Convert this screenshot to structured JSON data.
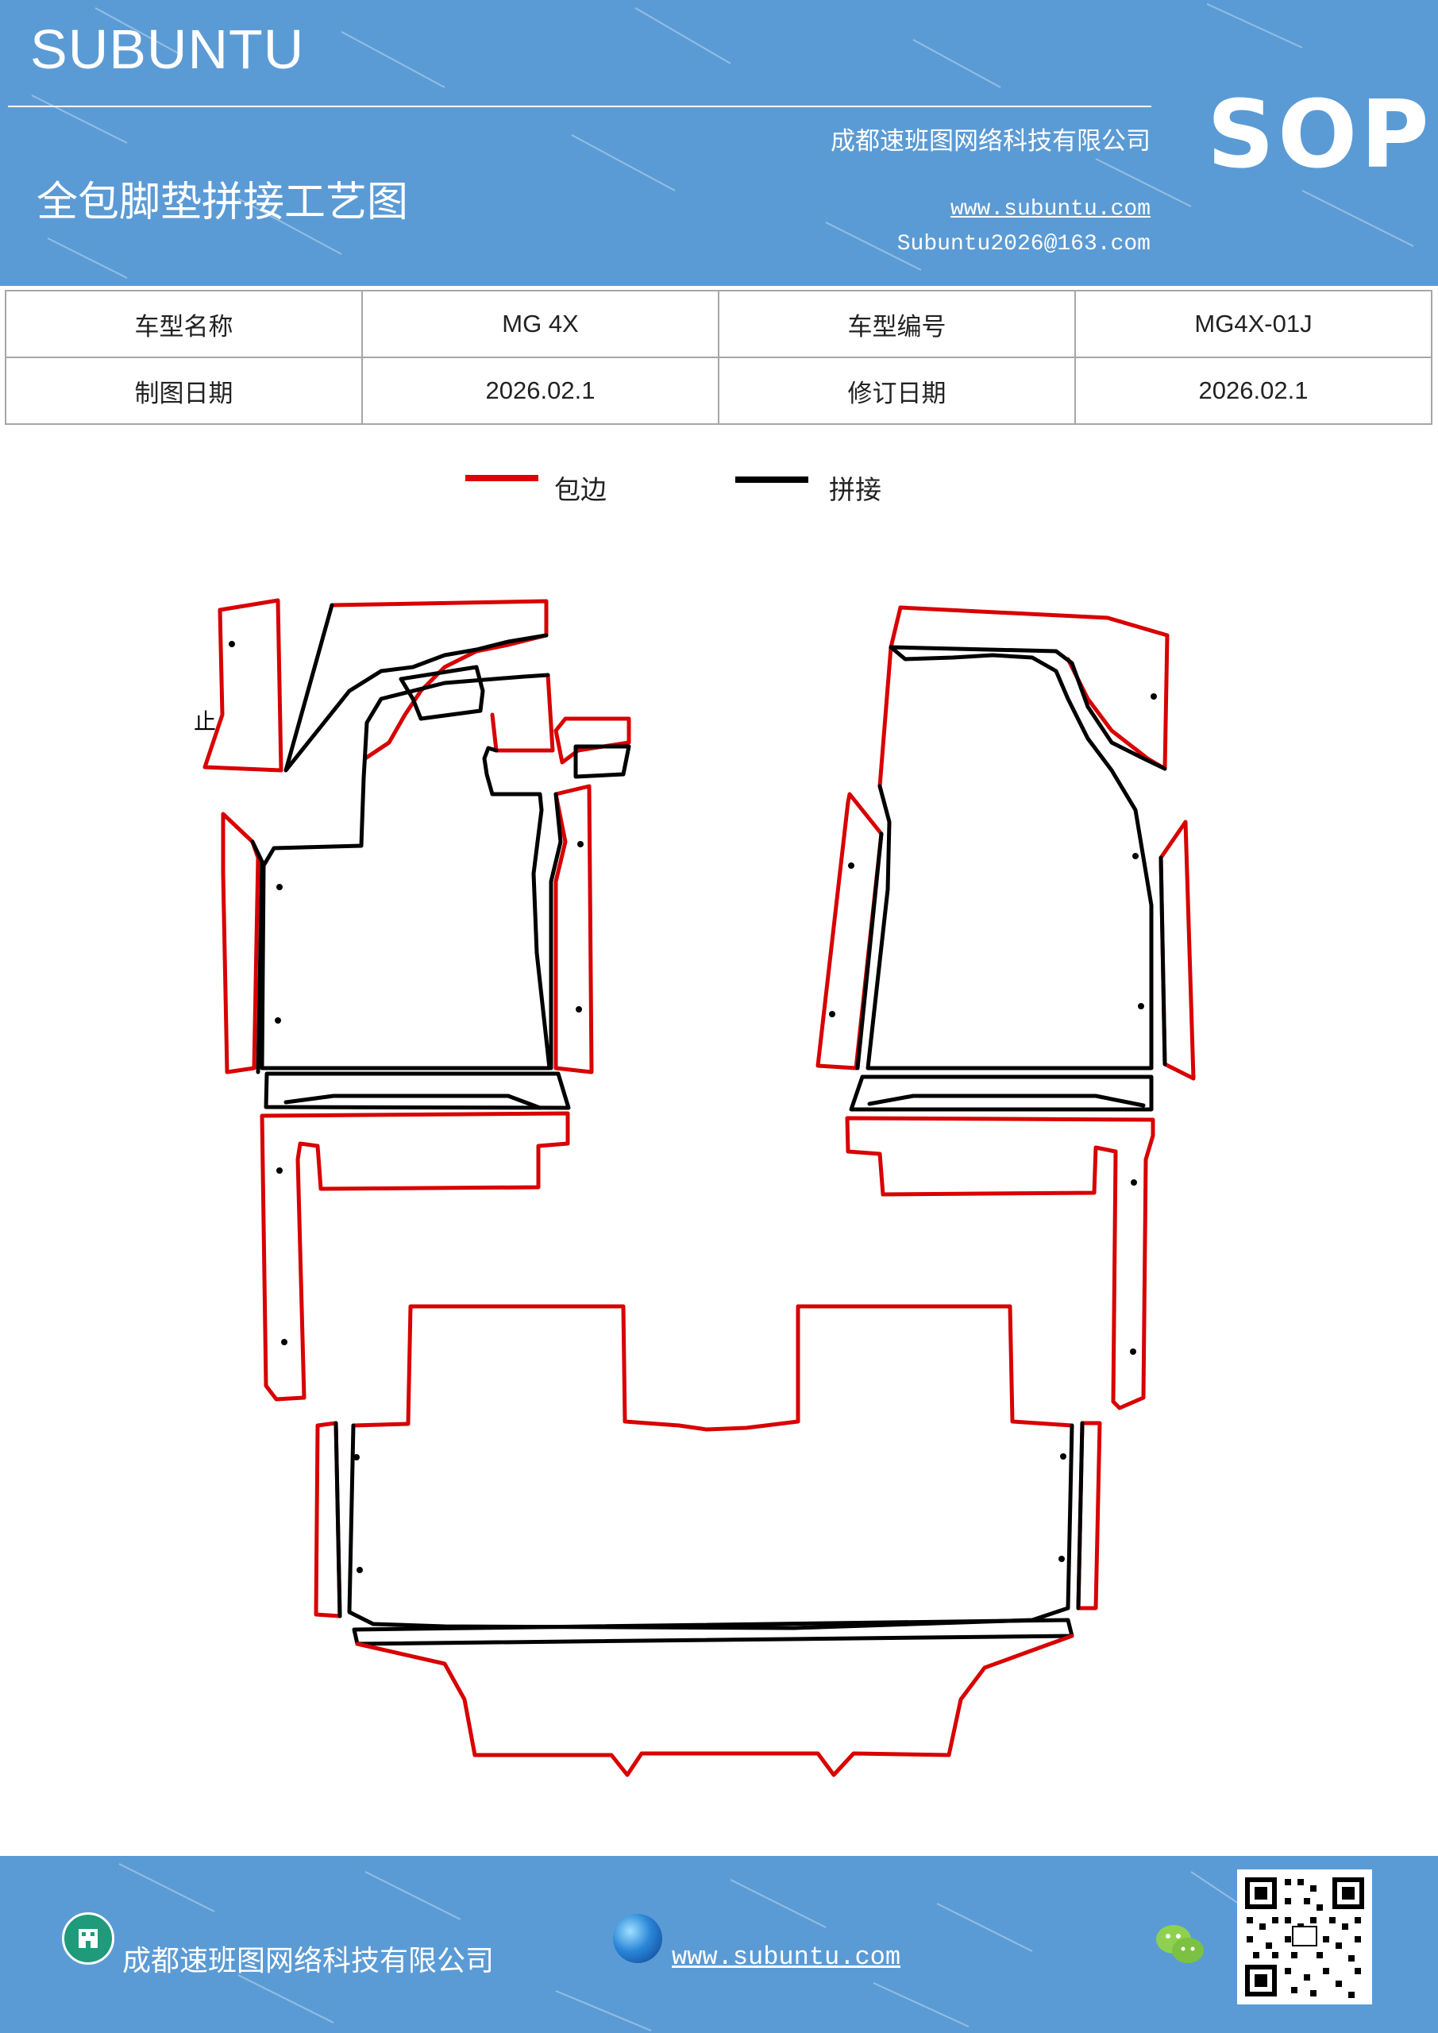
{
  "header": {
    "brand": "SUBUNTU",
    "sop_badge": "SOP",
    "title": "全包脚垫拼接工艺图",
    "company": "成都速班图网络科技有限公司",
    "website": "www.subuntu.com",
    "email": "Subuntu2026@163.com"
  },
  "info_table": {
    "rows": [
      [
        {
          "label": "车型名称",
          "value": "MG  4X"
        },
        {
          "label": "车型编号",
          "value": "MG4X-01J"
        }
      ],
      [
        {
          "label": "制图日期",
          "value": "2026.02.1"
        },
        {
          "label": "修订日期",
          "value": "2026.02.1"
        }
      ]
    ]
  },
  "legend": {
    "items": [
      {
        "label": "包边",
        "color": "#d80000"
      },
      {
        "label": "拼接",
        "color": "#000000"
      }
    ]
  },
  "diagram": {
    "small_label": "止",
    "edge_color": "#d80000",
    "seam_color": "#000000"
  },
  "footer": {
    "company": "成都速班图网络科技有限公司",
    "website": "www.subuntu.com",
    "icons": [
      "building-icon",
      "globe-icon",
      "wechat-icon",
      "qr-code"
    ]
  },
  "colors": {
    "band": "#5b9bd5",
    "white": "#ffffff"
  }
}
